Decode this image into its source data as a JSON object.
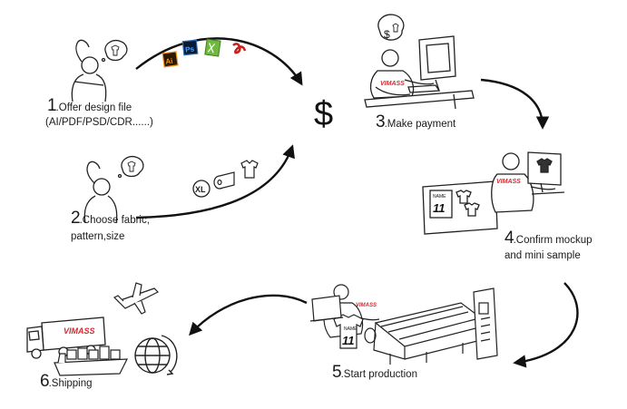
{
  "steps": [
    {
      "num": "1",
      "text": ".Offer design file",
      "sub": "(AI/PDF/PSD/CDR......)"
    },
    {
      "num": "2",
      "text": ".Choose fabric,",
      "sub": "pattern,size"
    },
    {
      "num": "3",
      "text": ".Make payment"
    },
    {
      "num": "4",
      "text": ".Confirm mockup",
      "sub": "and mini sample"
    },
    {
      "num": "5",
      "text": ".Start production"
    },
    {
      "num": "6",
      "text": ".Shipping"
    }
  ],
  "brand": "VIMASS",
  "file_icons": [
    "Ai",
    "Ps",
    "Cdr",
    "Pdf"
  ],
  "size_badge": "XL",
  "dollar_sign": "$",
  "shirt_name": "NAME",
  "shirt_number": "11",
  "colors": {
    "brand_red": "#d7282f",
    "ink": "#1a1a1a",
    "ai": "#f7941d",
    "ps": "#2c6fb7",
    "cdr": "#6fb93f",
    "pdf": "#c8201e"
  }
}
